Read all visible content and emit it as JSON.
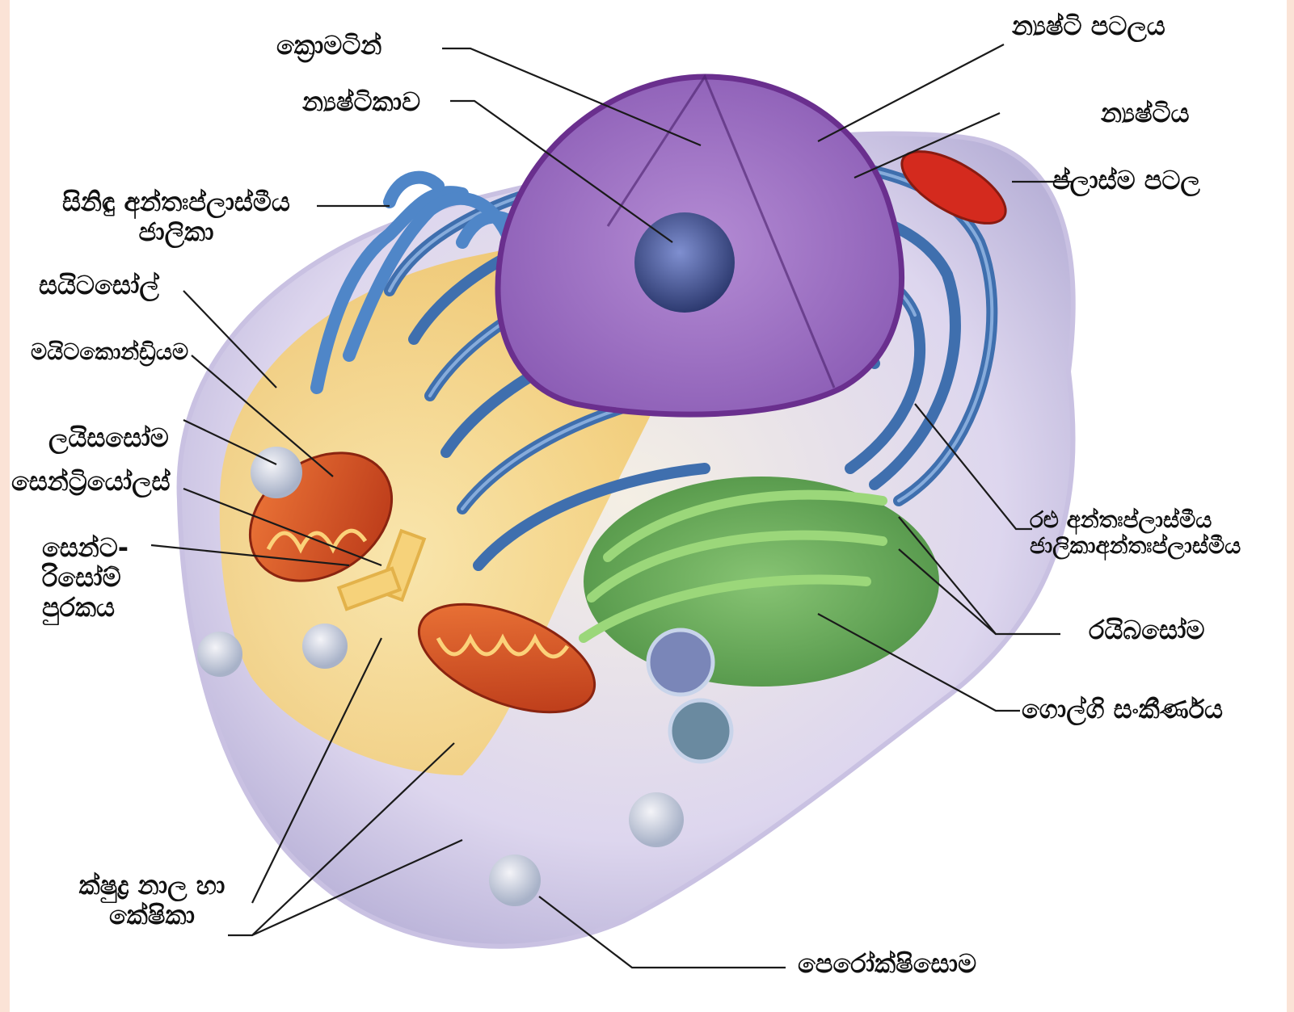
{
  "labels": {
    "chromatin": "ක්‍රොමටින්",
    "nucleolus": "න්‍යෂ්ටිකාව",
    "nuclear_membrane": "න්‍යෂ්ටි පටලය",
    "nucleus": "න්‍යෂ්ටිය",
    "plasma_membrane": "ප්ලාස්ම පටල",
    "smooth_er_line1": "සිනිඳු අන්තඃප්ලාස්මීය",
    "smooth_er_line2": "ජාලිකා",
    "cytosol": "සයිටසෝල්",
    "mitochondrion": "මයිටකොන්ඩ්‍රියම",
    "lysosome": "ලයිසසෝම",
    "centrioles": "සෙන්ට්‍රියෝලස්",
    "centrosome_line1": "සෙන්ට-",
    "centrosome_line2": "රිසෝම්",
    "centrosome_line3": "පුරකය",
    "rough_er_line1": "රළු අන්තඃප්ලාස්මීය",
    "rough_er_line2": "ජාලිකාඅන්තඃප්ලාස්මීය",
    "ribosome": "රයිබසෝම",
    "golgi": "ගොල්ගි සංකීර්ණය",
    "microtubules_line1": "ක්ෂුද්‍ර නාල හා",
    "microtubules_line2": "කේෂිකා",
    "peroxisome": "පෙරෝක්ෂිසොම"
  },
  "colors": {
    "page_border": "#fbe3d6",
    "cytoplasm": "#f6d88a",
    "nucleus": "#9b6cc0",
    "nucleolus": "#3e4f8c",
    "er": "#4a78b8",
    "golgi": "#5aa84a",
    "mitochondria": "#d8562a",
    "membrane": "#d9d2ec",
    "leader_line": "#1a1a1a"
  }
}
